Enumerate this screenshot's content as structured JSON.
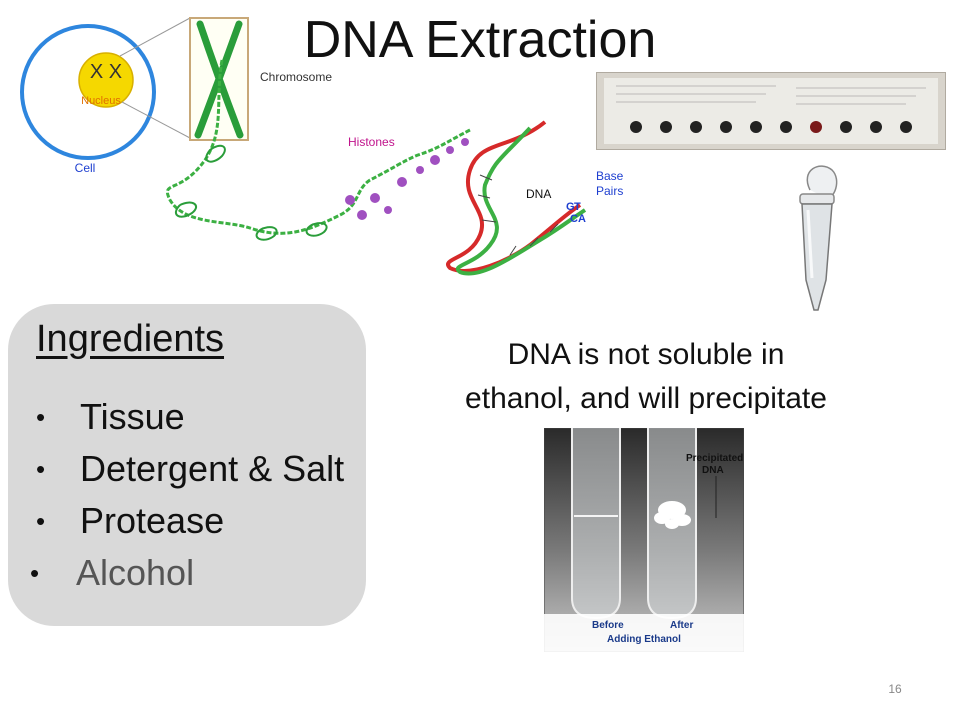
{
  "slide": {
    "title": "DNA Extraction",
    "page_number": "16"
  },
  "diagram": {
    "nucleus_label": "Nucleus",
    "cell_label": "Cell",
    "chromosome_label": "Chromosome",
    "histones_label": "Histones",
    "dna_label": "DNA",
    "base_pairs_label_line1": "Base",
    "base_pairs_label_line2": "Pairs",
    "base_letters": [
      "G",
      "T",
      "C",
      "A"
    ]
  },
  "ingredients": {
    "heading": "Ingredients",
    "items": [
      "Tissue",
      "Detergent & Salt",
      "Protease",
      "Alcohol"
    ]
  },
  "precipitation": {
    "line1": "DNA is not soluble in",
    "line2": "ethanol, and will precipitate",
    "photo_label_top_line1": "Precipitated",
    "photo_label_top_line2": "DNA",
    "photo_label_before": "Before",
    "photo_label_after": "After",
    "photo_label_bottom": "Adding Ethanol"
  },
  "colors": {
    "cell_membrane": "#2e86de",
    "nucleus": "#f5d800",
    "chromatin": "#3cb043",
    "histone": "#a050c0",
    "dna_strand_red": "#d62a2a",
    "label_orange": "#e07000",
    "label_blue": "#1e3fd0",
    "label_magenta": "#c0148c",
    "photo_label_blue": "#1a3a8a",
    "box_gray": "#d9d9d9"
  }
}
